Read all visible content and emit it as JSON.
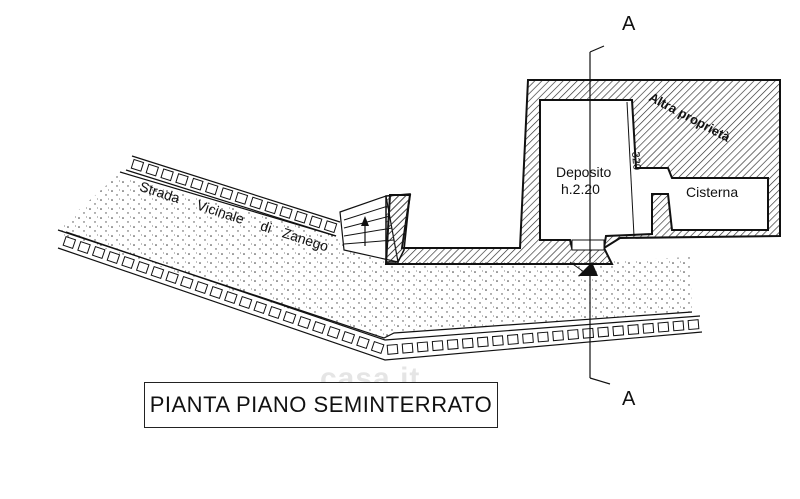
{
  "plan": {
    "section_label_top": "A",
    "section_label_bottom": "A",
    "other_property_label": "Altra proprietà",
    "room_deposit_name": "Deposito",
    "room_deposit_height": "h.2.20",
    "dimension_label": "320",
    "room_cistern_name": "Cisterna",
    "road_words": [
      "Strada",
      "Vicinale",
      "di",
      "Zanego"
    ]
  },
  "title_box": {
    "text": "PIANTA PIANO SEMINTERRATO"
  },
  "watermark": {
    "text": "casa.it"
  },
  "colors": {
    "ink": "#111111",
    "hatch": "#2a2a2a",
    "paper": "#ffffff"
  }
}
